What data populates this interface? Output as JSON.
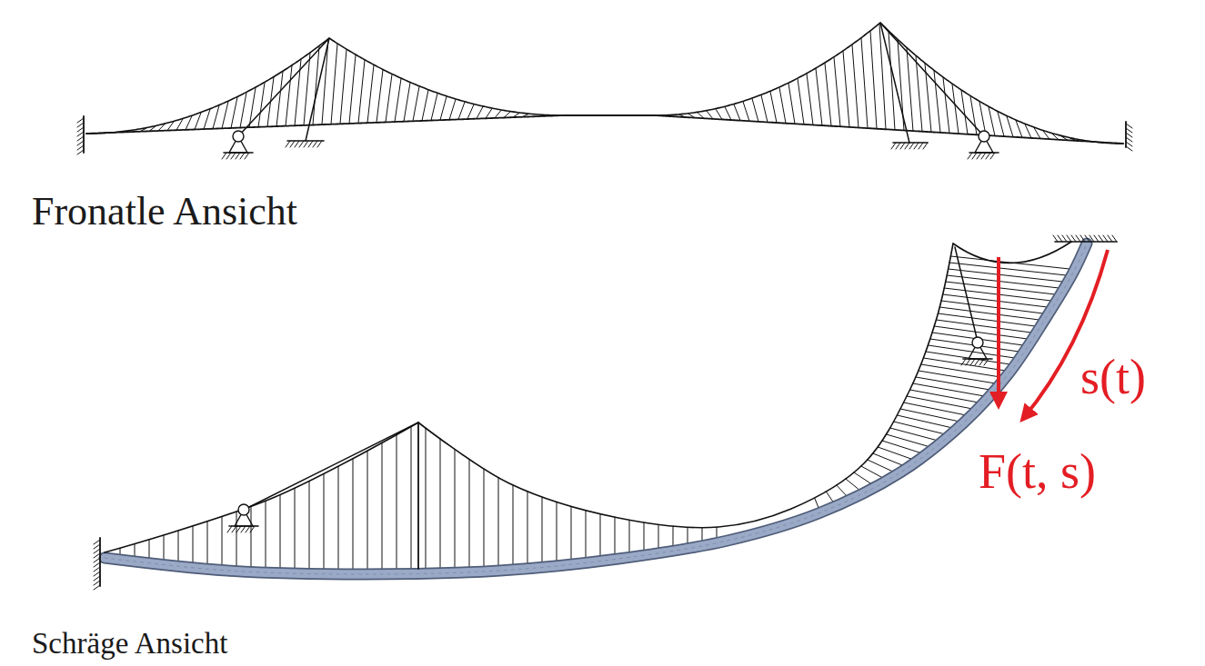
{
  "diagram": {
    "labels": [
      "Fronatle Ansicht",
      "Schräge Ansicht",
      "s(t)",
      "F(t, s)"
    ]
  }
}
